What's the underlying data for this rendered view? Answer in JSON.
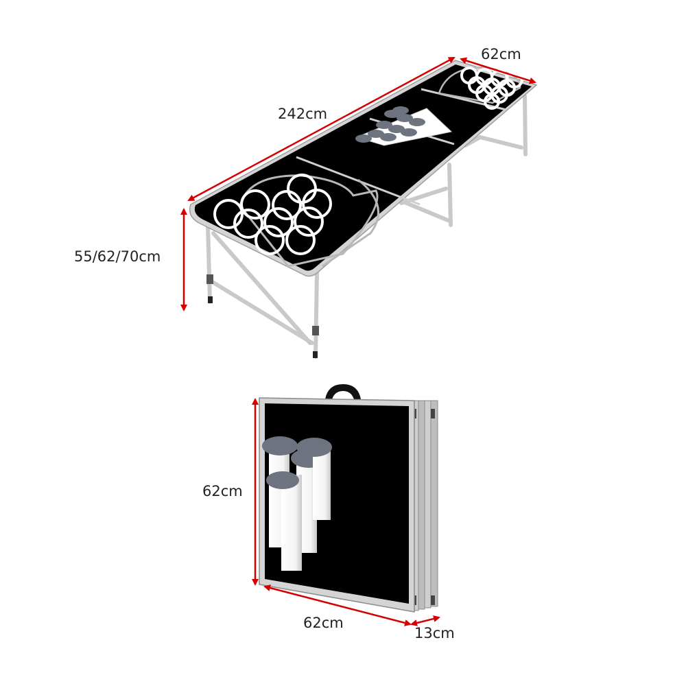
{
  "product": {
    "dimensions": {
      "length": "242cm",
      "width": "62cm",
      "height": "55/62/70cm",
      "folded_height": "62cm",
      "folded_width": "62cm",
      "folded_depth": "13cm"
    }
  },
  "colors": {
    "dimension": "#d60000",
    "table_top": "#000000",
    "frame": "#c9c9c9"
  }
}
